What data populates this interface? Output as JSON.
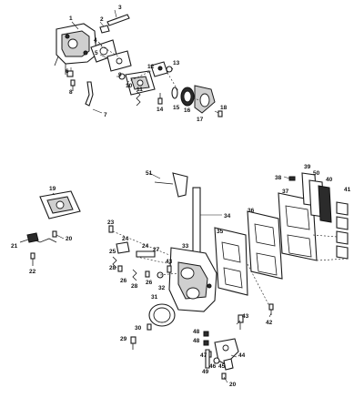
{
  "figure": {
    "callouts": [
      {
        "id": "c1",
        "text": "1"
      },
      {
        "id": "c2",
        "text": "2"
      },
      {
        "id": "c3",
        "text": "3"
      },
      {
        "id": "c4",
        "text": "4"
      },
      {
        "id": "c5",
        "text": "5"
      },
      {
        "id": "c6",
        "text": "6"
      },
      {
        "id": "c7",
        "text": "7"
      },
      {
        "id": "c8",
        "text": "8"
      },
      {
        "id": "c9",
        "text": "9"
      },
      {
        "id": "c10",
        "text": "10"
      },
      {
        "id": "c11",
        "text": "11"
      },
      {
        "id": "c12",
        "text": "12"
      },
      {
        "id": "c13",
        "text": "13"
      },
      {
        "id": "c14",
        "text": "14"
      },
      {
        "id": "c15",
        "text": "15"
      },
      {
        "id": "c16",
        "text": "16"
      },
      {
        "id": "c17",
        "text": "17"
      },
      {
        "id": "c18",
        "text": "18"
      },
      {
        "id": "c19",
        "text": "19"
      },
      {
        "id": "c20a",
        "text": "20"
      },
      {
        "id": "c21",
        "text": "21"
      },
      {
        "id": "c22",
        "text": "22"
      },
      {
        "id": "c23",
        "text": "23"
      },
      {
        "id": "c24a",
        "text": "24"
      },
      {
        "id": "c24b",
        "text": "24"
      },
      {
        "id": "c25",
        "text": "25"
      },
      {
        "id": "c26a",
        "text": "26"
      },
      {
        "id": "c26b",
        "text": "26"
      },
      {
        "id": "c27",
        "text": "27"
      },
      {
        "id": "c28a",
        "text": "28"
      },
      {
        "id": "c28b",
        "text": "28"
      },
      {
        "id": "c29",
        "text": "29"
      },
      {
        "id": "c30",
        "text": "30"
      },
      {
        "id": "c31",
        "text": "31"
      },
      {
        "id": "c32",
        "text": "32"
      },
      {
        "id": "c33",
        "text": "33"
      },
      {
        "id": "c34",
        "text": "34"
      },
      {
        "id": "c35",
        "text": "35"
      },
      {
        "id": "c36",
        "text": "36"
      },
      {
        "id": "c37",
        "text": "37"
      },
      {
        "id": "c38",
        "text": "38"
      },
      {
        "id": "c39",
        "text": "39"
      },
      {
        "id": "c40",
        "text": "40"
      },
      {
        "id": "c41",
        "text": "41"
      },
      {
        "id": "c42",
        "text": "42"
      },
      {
        "id": "c43a",
        "text": "43"
      },
      {
        "id": "c43b",
        "text": "43"
      },
      {
        "id": "c44",
        "text": "44"
      },
      {
        "id": "c45",
        "text": "45"
      },
      {
        "id": "c46",
        "text": "46"
      },
      {
        "id": "c47",
        "text": "47"
      },
      {
        "id": "c48a",
        "text": "48"
      },
      {
        "id": "c48b",
        "text": "48"
      },
      {
        "id": "c49",
        "text": "49"
      },
      {
        "id": "c50",
        "text": "50"
      },
      {
        "id": "c51",
        "text": "51"
      },
      {
        "id": "c20b",
        "text": "20"
      }
    ]
  }
}
